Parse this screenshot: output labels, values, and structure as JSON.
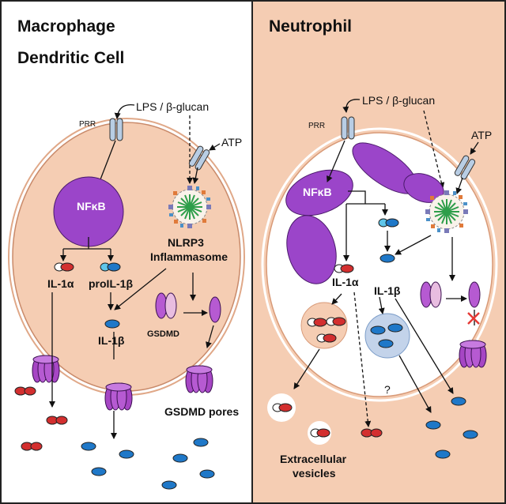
{
  "panels": {
    "left_title_1": "Macrophage",
    "left_title_2": "Dendritic Cell",
    "right_title": "Neutrophil"
  },
  "labels": {
    "lps_left": "LPS / β-glucan",
    "lps_right": "LPS / β-glucan",
    "prr_left": "PRR",
    "prr_right": "PRR",
    "atp_left": "ATP",
    "atp_right": "ATP",
    "nfkb_left": "NFκB",
    "nfkb_right": "NFκB",
    "nlrp3": "NLRP3",
    "inflammasome": "Inflammasome",
    "il1a_left": "IL-1α",
    "proil1b": "proIL-1β",
    "il1b_left": "IL-1β",
    "gsdmd": "GSDMD",
    "gsdmd_pores": "GSDMD pores",
    "il1a_right": "IL-1α",
    "il1b_right": "IL-1β",
    "question": "?",
    "extracellular_1": "Extracellular",
    "extracellular_2": "vesicles"
  },
  "colors": {
    "cell_fill": "#f5cdb3",
    "right_bg": "#f5cdb3",
    "nucleus": "#9b45c9",
    "il1a": "#d32f2f",
    "il1b": "#1f78c8",
    "receptor": "#b8cde4",
    "gsdmd_pore": "#a646c4",
    "vesicle_blue": "#c3d3ea",
    "block_x": "#e53935"
  }
}
